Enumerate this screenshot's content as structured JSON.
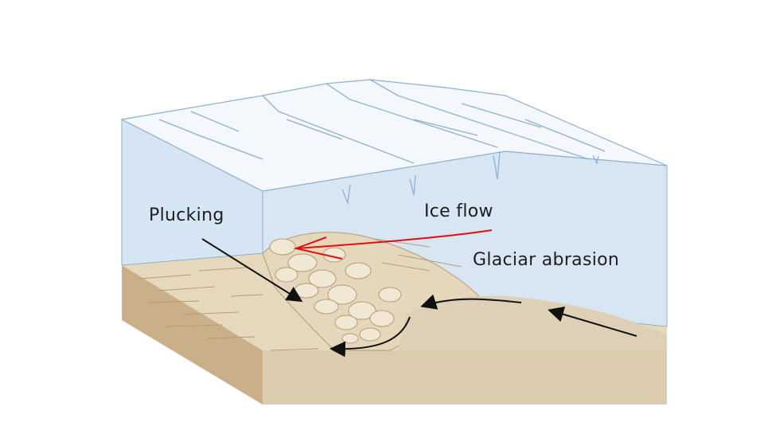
{
  "diagram": {
    "labels": {
      "plucking": "Plucking",
      "ice_flow": "Ice flow",
      "glacial_abrasion": "Glaciar abrasion"
    },
    "colors": {
      "ice_face": "#d6e5f3",
      "ice_top": "#f4f8fc",
      "ice_line": "#8fb0cf",
      "ground_top": "#e4d6bb",
      "ground_side": "#c9b088",
      "bedrock": "#ddd0b6",
      "rubble": "#efe6d2",
      "flow_arrow": "#e01010",
      "arrow": "#111111"
    }
  }
}
